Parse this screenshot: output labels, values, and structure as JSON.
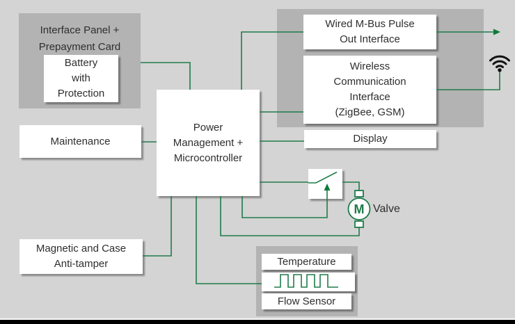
{
  "colors": {
    "background": "#d4d4d4",
    "panel": "#b3b3b3",
    "box": "#ffffff",
    "wire": "#1e7b4a",
    "accent_dark": "#0e7a3e",
    "text": "#2e2e2e",
    "wifi": "#111111",
    "footer": "#000000"
  },
  "blocks": {
    "interface_panel": "Interface Panel +\nPrepayment Card",
    "battery": "Battery\nwith\nProtection",
    "maintenance": "Maintenance",
    "power": "Power\nManagement +\nMicrocontroller",
    "mbus": "Wired M-Bus Pulse\nOut Interface",
    "wireless": "Wireless\nCommunication\nInterface\n(ZigBee, GSM)",
    "display": "Display",
    "anti_tamper": "Magnetic and Case\nAnti-tamper",
    "temperature": "Temperature",
    "flow_sensor": "Flow Sensor",
    "valve": "Valve",
    "motor_label": "M"
  },
  "icons": {
    "wifi": "wifi-icon",
    "relay_switch": "relay-switch-icon",
    "motor": "motor-icon",
    "pulse_wave": "pulse-waveform-icon",
    "arrow_right": "arrow-right-icon",
    "arrow_up": "arrow-up-icon"
  }
}
